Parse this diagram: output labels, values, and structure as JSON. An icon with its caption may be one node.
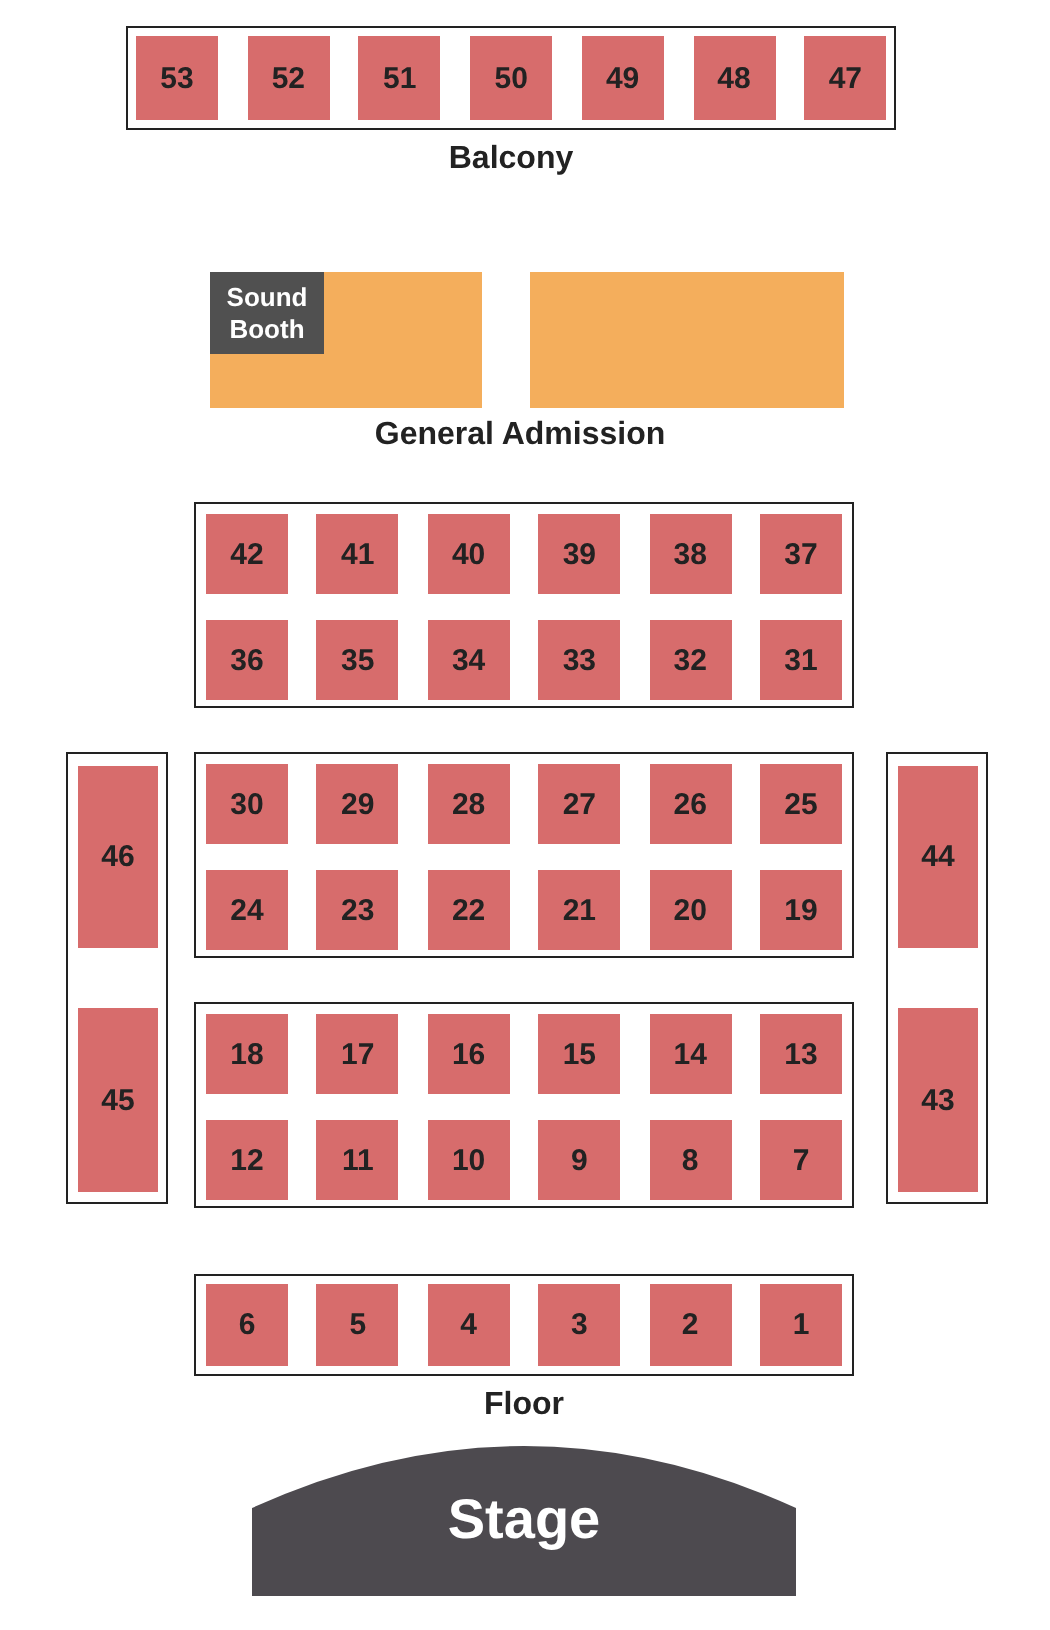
{
  "diagram": {
    "nodes": [
      {
        "text": [
          "Balcony"
        ]
      },
      {
        "text": [
          "53"
        ],
        "in": 0
      },
      {
        "text": [
          "52"
        ],
        "in": 0
      },
      {
        "text": [
          "51"
        ],
        "in": 0
      },
      {
        "text": [
          "50"
        ],
        "in": 0
      },
      {
        "text": [
          "49"
        ],
        "in": 0
      },
      {
        "text": [
          "48"
        ],
        "in": 0
      },
      {
        "text": [
          "47"
        ],
        "in": 0
      },
      {
        "text": [],
        "shape": "box"
      },
      {
        "text": [
          "Sound Booth"
        ],
        "in": 8
      },
      {
        "text": [],
        "shape": "box"
      },
      {
        "text": [],
        "shape": "box"
      },
      {
        "text": [
          "42"
        ],
        "in": 11
      },
      {
        "text": [
          "41"
        ],
        "in": 11
      },
      {
        "text": [
          "40"
        ],
        "in": 11
      },
      {
        "text": [
          "39"
        ],
        "in": 11
      },
      {
        "text": [
          "38"
        ],
        "in": 11
      },
      {
        "text": [
          "37"
        ],
        "in": 11
      },
      {
        "text": [
          "36"
        ],
        "in": 11
      },
      {
        "text": [
          "35"
        ],
        "in": 11
      },
      {
        "text": [
          "34"
        ],
        "in": 11
      },
      {
        "text": [
          "33"
        ],
        "in": 11
      },
      {
        "text": [
          "32"
        ],
        "in": 11
      },
      {
        "text": [
          "31"
        ],
        "in": 11
      },
      {
        "text": [],
        "shape": "box"
      },
      {
        "text": [
          "46"
        ],
        "in": 24
      },
      {
        "text": [
          "45"
        ],
        "in": 24
      },
      {
        "text": [],
        "shape": "box"
      },
      {
        "text": [
          "30"
        ],
        "in": 27
      },
      {
        "text": [
          "29"
        ],
        "in": 27
      },
      {
        "text": [
          "28"
        ],
        "in": 27
      },
      {
        "text": [
          "27"
        ],
        "in": 27
      },
      {
        "text": [
          "26"
        ],
        "in": 27
      },
      {
        "text": [
          "25"
        ],
        "in": 27
      },
      {
        "text": [
          "24"
        ],
        "in": 27
      },
      {
        "text": [
          "23"
        ],
        "in": 27
      },
      {
        "text": [
          "22"
        ],
        "in": 27
      },
      {
        "text": [
          "21"
        ],
        "in": 27
      },
      {
        "text": [
          "20"
        ],
        "in": 27
      },
      {
        "text": [
          "19"
        ],
        "in": 27
      },
      {
        "text": [],
        "shape": "box"
      },
      {
        "text": [
          "44"
        ],
        "in": 40
      },
      {
        "text": [
          "43"
        ],
        "in": 40
      },
      {
        "text": [],
        "shape": "box"
      },
      {
        "text": [
          "18"
        ],
        "in": 43
      },
      {
        "text": [
          "17"
        ],
        "in": 43
      },
      {
        "text": [
          "16"
        ],
        "in": 43
      },
      {
        "text": [
          "15"
        ],
        "in": 43
      },
      {
        "text": [
          "14"
        ],
        "in": 43
      },
      {
        "text": [
          "13"
        ],
        "in": 43
      },
      {
        "text": [
          "12"
        ],
        "in": 43
      },
      {
        "text": [
          "11"
        ],
        "in": 43
      },
      {
        "text": [
          "10"
        ],
        "in": 43
      },
      {
        "text": [
          "9"
        ],
        "in": 43
      },
      {
        "text": [
          "8"
        ],
        "in": 43
      },
      {
        "text": [
          "7"
        ],
        "in": 43
      },
      {
        "text": [
          "Floor"
        ]
      },
      {
        "text": [
          "6"
        ],
        "in": 56
      },
      {
        "text": [
          "5"
        ],
        "in": 56
      },
      {
        "text": [
          "4"
        ],
        "in": 56
      },
      {
        "text": [
          "3"
        ],
        "in": 56
      },
      {
        "text": [
          "2"
        ],
        "in": 56
      },
      {
        "text": [
          "1"
        ],
        "in": 56
      },
      {
        "text": [
          "Stage"
        ]
      }
    ],
    "labels": [
      "General Admission"
    ]
  }
}
